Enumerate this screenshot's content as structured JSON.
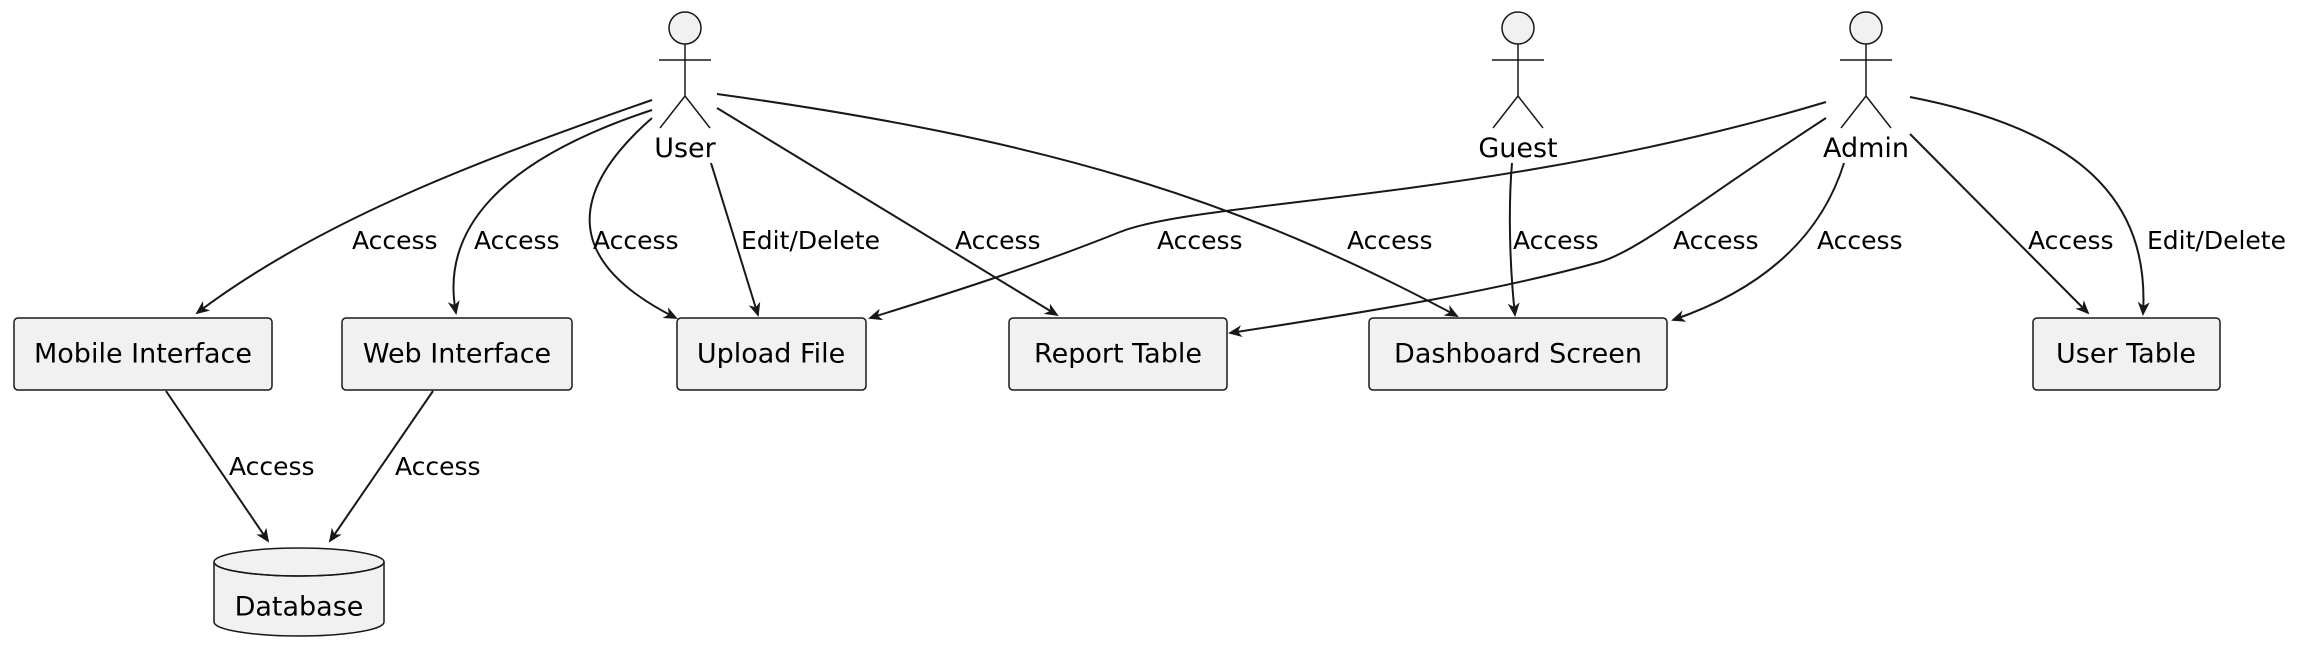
{
  "diagram": {
    "actors": [
      {
        "id": "user",
        "label": "User"
      },
      {
        "id": "guest",
        "label": "Guest"
      },
      {
        "id": "admin",
        "label": "Admin"
      }
    ],
    "nodes": [
      {
        "id": "mobile",
        "label": "Mobile Interface"
      },
      {
        "id": "web",
        "label": "Web Interface"
      },
      {
        "id": "upload",
        "label": "Upload File"
      },
      {
        "id": "report",
        "label": "Report Table"
      },
      {
        "id": "dashboard",
        "label": "Dashboard Screen"
      },
      {
        "id": "usertable",
        "label": "User Table"
      }
    ],
    "database": {
      "id": "database",
      "label": "Database"
    },
    "edges": [
      {
        "from": "user",
        "to": "mobile",
        "label": "Access"
      },
      {
        "from": "user",
        "to": "web",
        "label": "Access"
      },
      {
        "from": "user",
        "to": "upload",
        "label": "Access"
      },
      {
        "from": "user",
        "to": "upload",
        "label": "Edit/Delete"
      },
      {
        "from": "user",
        "to": "report",
        "label": "Access"
      },
      {
        "from": "user",
        "to": "dashboard",
        "label": "Access"
      },
      {
        "from": "admin",
        "to": "upload",
        "label": "Access"
      },
      {
        "from": "guest",
        "to": "dashboard",
        "label": "Access"
      },
      {
        "from": "admin",
        "to": "report",
        "label": "Access"
      },
      {
        "from": "admin",
        "to": "dashboard",
        "label": "Access"
      },
      {
        "from": "admin",
        "to": "usertable",
        "label": "Access"
      },
      {
        "from": "admin",
        "to": "usertable",
        "label": "Edit/Delete"
      },
      {
        "from": "mobile",
        "to": "database",
        "label": "Access"
      },
      {
        "from": "web",
        "to": "database",
        "label": "Access"
      }
    ]
  }
}
